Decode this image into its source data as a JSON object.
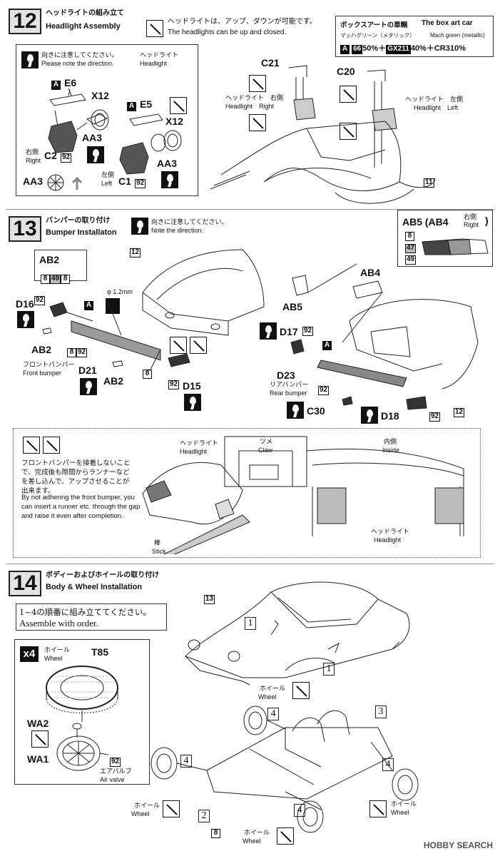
{
  "step12": {
    "number": "12",
    "title_jp": "ヘッドライトの組み立て",
    "title_en": "Headlight Assembly",
    "note_jp": "ヘッドライトは、アップ、ダウンが可能です。",
    "note_en": "The headlights can be up and closed.",
    "inset_note_jp": "向きに注意してください。",
    "inset_note_en": "Please note the direction.",
    "headlight_jp": "ヘッドライト",
    "headlight_en": "Headlight",
    "parts": {
      "a_label": "A",
      "e6": "E6",
      "e5": "E5",
      "x12_a": "X12",
      "x12_b": "X12",
      "aa3_a": "AA3",
      "aa3_b": "AA3",
      "aa3_c": "AA3",
      "c2": "C2",
      "c1": "C1",
      "c2_badge": "92",
      "c1_badge": "92"
    },
    "right_jp": "右側",
    "right_en": "Right",
    "left_jp": "左側",
    "left_en": "Left",
    "c21": "C21",
    "c20": "C20",
    "hl_right_jp": "ヘッドライト　右側",
    "hl_right_en": "Headlight　Right",
    "hl_left_jp": "ヘッドライト　左側",
    "hl_left_en": "Headlight　Left",
    "ref_badge": "11"
  },
  "box_art": {
    "title_jp": "ボックスアートの車輌",
    "title_en": "The box art car",
    "color_jp": "マッハグリーン（メタリック）",
    "color_en": "Mach green (metallic)",
    "formula": {
      "a_label": "A",
      "c1": "66",
      "p1": "50%",
      "plus1": "＋",
      "c2": "GX211",
      "p2": "40%",
      "plus2": "＋",
      "c3": "CR3",
      "p3": "10%"
    }
  },
  "step13": {
    "number": "13",
    "title_jp": "バンパーの取り付け",
    "title_en": "Bumper Installaton",
    "note_jp": "向きに注意してください。",
    "note_en": "Note the direction.",
    "ab5_title": "AB5 (AB4",
    "ab5_side_jp": "右側",
    "ab5_side_en": "Right",
    "ab5_close": ")",
    "ab5_colors": [
      "8",
      "47",
      "49"
    ],
    "ab2_box_title": "AB2",
    "ab2_box_colors": [
      "8",
      "49",
      "8"
    ],
    "ref12_a": "12",
    "ref12_b": "12",
    "hole": "φ 1.2mm",
    "parts": {
      "a1": "A",
      "a2": "A",
      "d16": "D16",
      "d16_badge": "92",
      "ab2_a": "AB2",
      "ab2_b": "AB2",
      "c8_92_a": "8",
      "c8_92_b": "92",
      "d21": "D21",
      "c8": "8",
      "d15": "D15",
      "d15_badge": "92",
      "ab5": "AB5",
      "ab4": "AB4",
      "d17": "D17",
      "d17_badge": "92",
      "d23": "D23",
      "d23_badge": "92",
      "c30": "C30",
      "d18": "D18",
      "d18_badge": "92"
    },
    "front_bumper_jp": "フロントバンパー",
    "front_bumper_en": "Front bumper",
    "rear_bumper_jp": "リアバンパー",
    "rear_bumper_en": "Rear bumper",
    "detail": {
      "text_jp": "フロントバンパーを接着しないことで、完成後も隙間からランナーなどを差し込んで、アップさせることが出来ます。",
      "text_en": "By not adhering the front bumper, you can insert a runner etc. through the gap and raise it even after completion.",
      "headlight_jp": "ヘッドライト",
      "headlight_en": "Headlight",
      "claw_jp": "ツメ",
      "claw_en": "Claw",
      "inside_jp": "内側",
      "inside_en": "Inside",
      "headlight2_jp": "ヘッドライト",
      "headlight2_en": "Headlight",
      "stick_jp": "棒",
      "stick_en": "Stick"
    }
  },
  "step14": {
    "number": "14",
    "title_jp": "ボディーおよびホイールの取り付け",
    "title_en": "Body & Wheel Installation",
    "order_jp": "1~4の順番に組み立ててください。",
    "order_en": "Assemble with order.",
    "wheel_box": {
      "mult": "x4",
      "wheel_jp": "ホイール",
      "wheel_en": "Wheel",
      "t85": "T85",
      "wa2": "WA2",
      "wa1": "WA1",
      "valve_badge": "92",
      "valve_jp": "エアバルブ",
      "valve_en": "Air valve"
    },
    "ref13": "13",
    "ref8": "8",
    "order_nums": [
      "1",
      "1",
      "4",
      "3",
      "4",
      "4",
      "2",
      "4"
    ],
    "wheel_jp": "ホイール",
    "wheel_en": "Wheel"
  },
  "watermark": "HOBBY SEARCH"
}
